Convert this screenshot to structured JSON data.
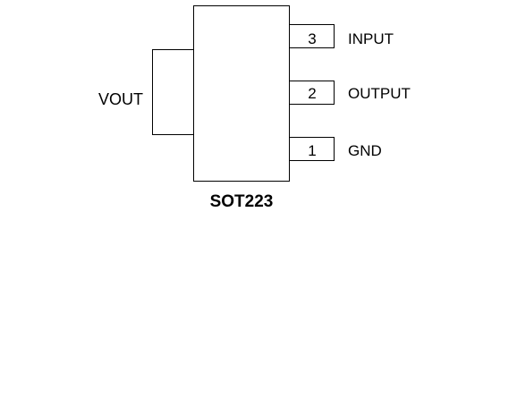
{
  "package": {
    "name": "SOT223",
    "tab_label": "VOUT"
  },
  "pins": [
    {
      "number": "3",
      "label": "INPUT"
    },
    {
      "number": "2",
      "label": "OUTPUT"
    },
    {
      "number": "1",
      "label": "GND"
    }
  ]
}
